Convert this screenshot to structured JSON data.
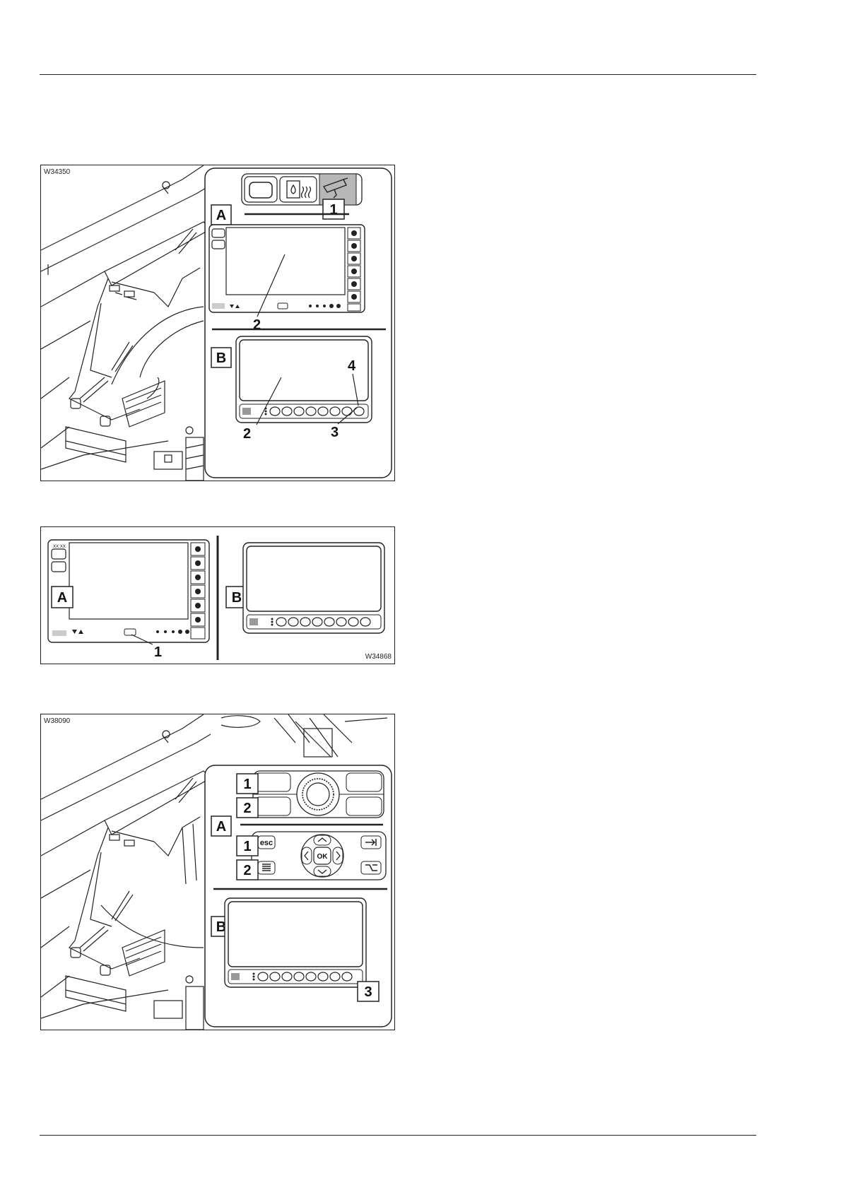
{
  "figures": [
    {
      "code": "W34350",
      "labels": {
        "variant_a": "A",
        "variant_b": "B"
      },
      "callouts": [
        "1",
        "2",
        "2",
        "3",
        "4"
      ]
    },
    {
      "code": "W34868",
      "labels": {
        "variant_a": "A",
        "variant_b": "B"
      },
      "callouts": [
        "1"
      ],
      "screen_header_text": "XX:XX"
    },
    {
      "code": "W38090",
      "labels": {
        "variant_a": "A",
        "variant_b": "B"
      },
      "callouts": [
        "1",
        "2",
        "1",
        "2",
        "3"
      ],
      "keys": {
        "esc": "esc",
        "ok": "OK"
      }
    }
  ],
  "icons": [
    "cab-icon",
    "oil-heater-icon",
    "camera-icon",
    "rotary-knob-icon",
    "arrow-up-icon",
    "arrow-down-icon",
    "arrow-left-icon",
    "arrow-right-icon",
    "tab-icon",
    "menu-icon"
  ]
}
